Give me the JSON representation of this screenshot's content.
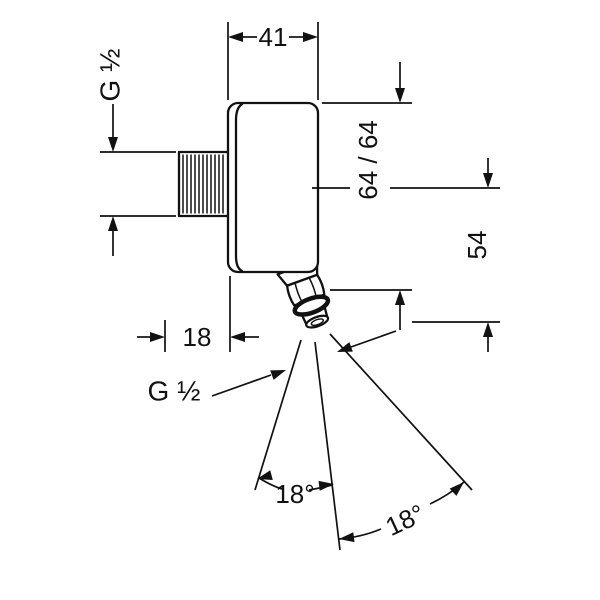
{
  "drawing": {
    "background": "#ffffff",
    "line_color": "#111111",
    "labels": {
      "width_top": "41",
      "inlet_thread": "G ½",
      "height_right": "64 / 64",
      "depth_right": "54",
      "offset_bottom": "18",
      "outlet_thread": "G ½",
      "swivel_angle_1": "18°",
      "swivel_angle_2": "18°"
    }
  }
}
